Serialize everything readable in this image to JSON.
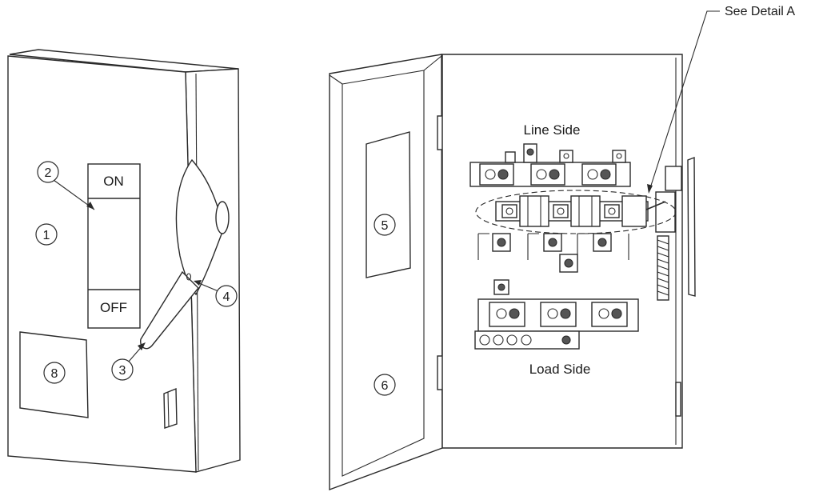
{
  "labels": {
    "on": "ON",
    "off": "OFF",
    "line_side": "Line Side",
    "load_side": "Load Side",
    "see_detail": "See Detail A"
  },
  "callouts": [
    "1",
    "2",
    "3",
    "4",
    "5",
    "6",
    "8"
  ]
}
